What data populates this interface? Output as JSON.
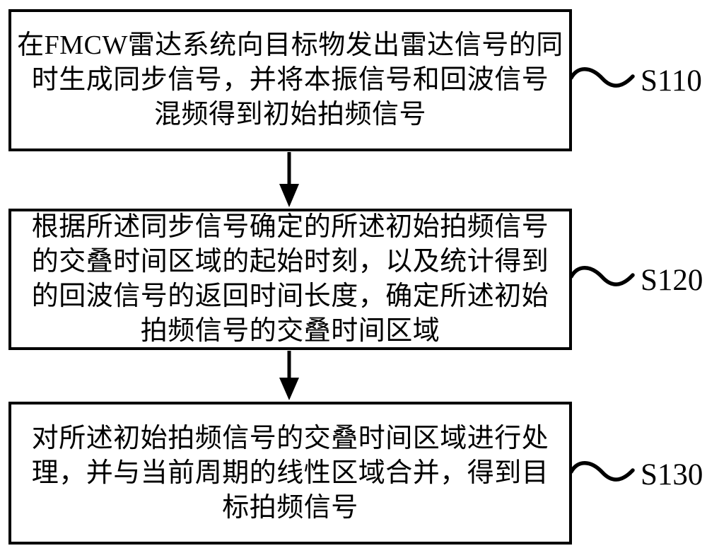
{
  "diagram": {
    "type": "flowchart",
    "background_color": "#ffffff",
    "line_color": "#000000"
  },
  "steps": [
    {
      "label": "S110",
      "lines": [
        "在FMCW雷达系统向目标物发出雷达信号的同",
        "时生成同步信号，并将本振信号和回波信号",
        "混频得到初始拍频信号"
      ]
    },
    {
      "label": "S120",
      "lines": [
        "根据所述同步信号确定的所述初始拍频信号",
        "的交叠时间区域的起始时刻，以及统计得到",
        "的回波信号的返回时间长度，确定所述初始",
        "拍频信号的交叠时间区域"
      ]
    },
    {
      "label": "S130",
      "lines": [
        "对所述初始拍频信号的交叠时间区域进行处",
        "理，并与当前周期的线性区域合并，得到目",
        "标拍频信号"
      ]
    }
  ]
}
